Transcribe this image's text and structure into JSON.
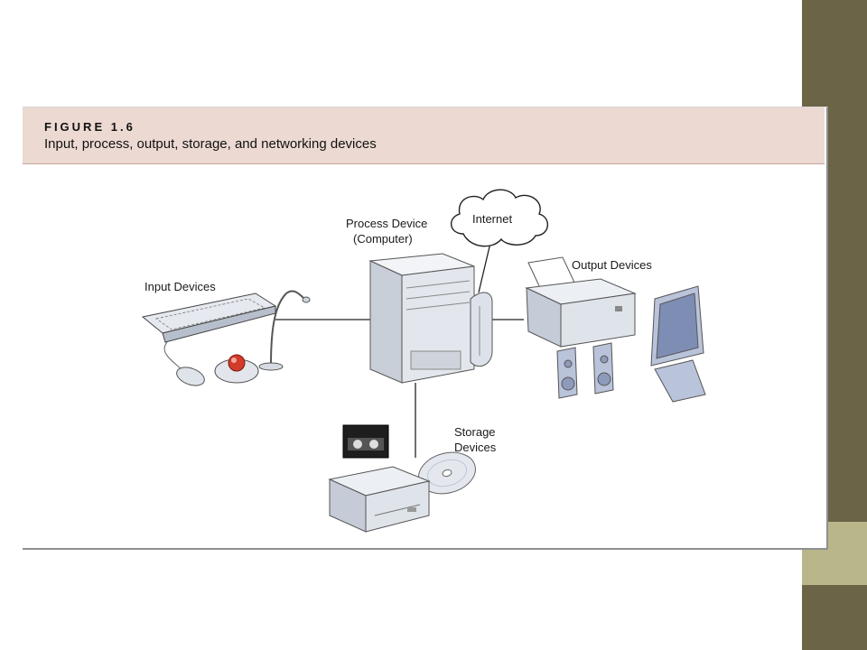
{
  "figure": {
    "label": "FIGURE 1.6",
    "caption": "Input, process, output, storage, and networking devices"
  },
  "diagram": {
    "nodes": {
      "input": {
        "label": "Input Devices"
      },
      "process": {
        "label_line1": "Process Device",
        "label_line2": "(Computer)"
      },
      "internet": {
        "label": "Internet"
      },
      "output": {
        "label": "Output Devices"
      },
      "storage": {
        "label_line1": "Storage",
        "label_line2": "Devices"
      }
    },
    "icons": {
      "input": [
        "keyboard-icon",
        "mouse-icon",
        "trackball-icon",
        "microphone-icon"
      ],
      "process": [
        "computer-tower-icon",
        "modem-icon"
      ],
      "output": [
        "printer-icon",
        "speaker-icon",
        "speaker-icon",
        "monitor-icon"
      ],
      "storage": [
        "tape-cartridge-icon",
        "cd-disc-icon",
        "external-drive-icon"
      ],
      "network": [
        "cloud-icon"
      ]
    },
    "edges": [
      {
        "from": "input",
        "to": "process"
      },
      {
        "from": "process",
        "to": "output"
      },
      {
        "from": "process",
        "to": "storage"
      },
      {
        "from": "process",
        "to": "internet"
      }
    ]
  },
  "colors": {
    "sidebar": "#6b6446",
    "sidebar_accent": "#b9b68a",
    "header": "#ecd9d2",
    "device_fill": "#e4e8ee",
    "device_blue": "#b9c3da"
  }
}
